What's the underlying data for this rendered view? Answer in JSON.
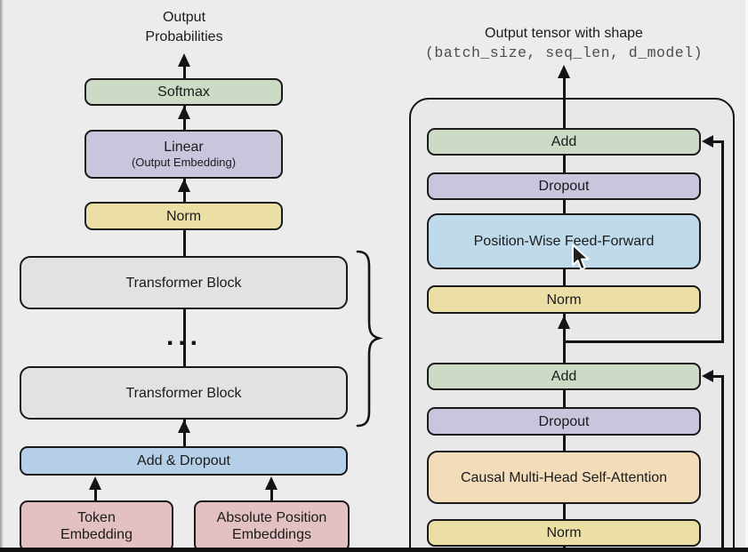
{
  "colors": {
    "background": "#ececec",
    "container_fill": "#e8e8e8",
    "border": "#1a1a1a",
    "green": "#ccdac6",
    "purple": "#c9c5dd",
    "yellow": "#ecdfa5",
    "blue": "#b5cfe9",
    "light_blue": "#bfdaeb",
    "pink": "#e3c0c1",
    "orange": "#f2dcba",
    "gray": "#e3e2e2"
  },
  "left_diagram": {
    "title": {
      "line1": "Output",
      "line2": "Probabilities"
    },
    "softmax": "Softmax",
    "linear": {
      "line1": "Linear",
      "line2": "(Output Embedding)"
    },
    "norm": "Norm",
    "transformer_block_top": "Transformer Block",
    "ellipsis": "...",
    "transformer_block_bottom": "Transformer Block",
    "add_dropout": "Add & Dropout",
    "token_embedding": {
      "line1": "Token",
      "line2": "Embedding"
    },
    "absolute_position": {
      "line1": "Absolute Position",
      "line2": "Embeddings"
    }
  },
  "right_diagram": {
    "title": {
      "line1": "Output tensor with shape",
      "line2": "(batch_size, seq_len, d_model)"
    },
    "add_top": "Add",
    "dropout_top": "Dropout",
    "feed_forward": "Position-Wise Feed-Forward",
    "norm_top": "Norm",
    "add_bottom": "Add",
    "dropout_bottom": "Dropout",
    "attention": "Causal Multi-Head Self-Attention",
    "norm_bottom": "Norm"
  }
}
